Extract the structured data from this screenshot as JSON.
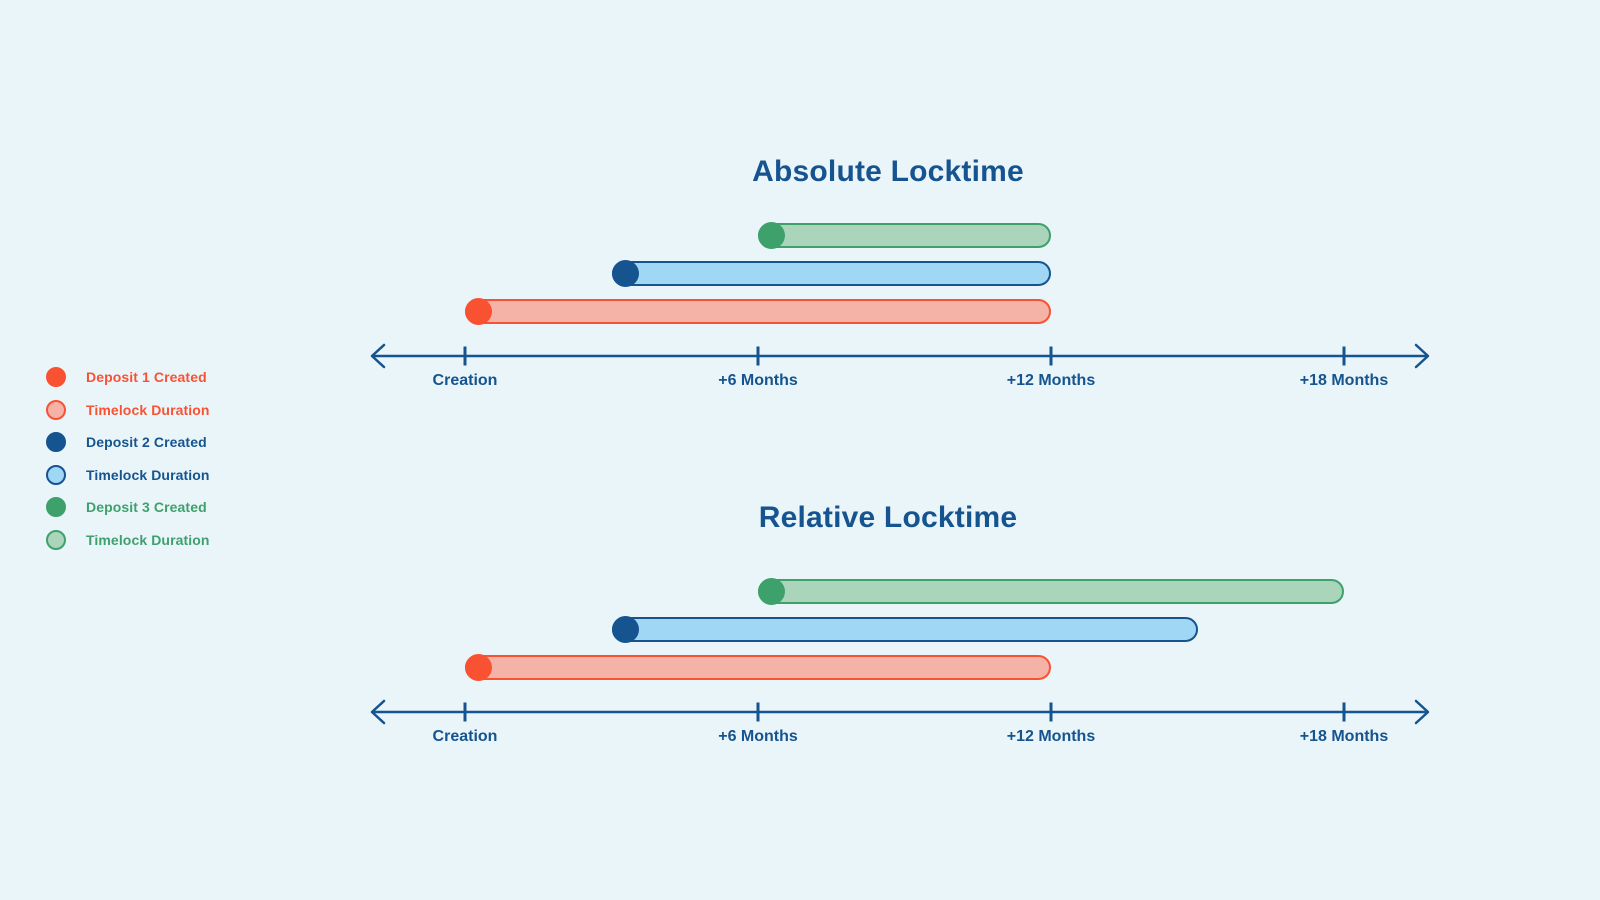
{
  "page": {
    "background": "#EAF5FA",
    "accent_deep_blue": "#16548F"
  },
  "legend": {
    "items": [
      {
        "label": "Deposit 1 Created",
        "series": "deposit-1",
        "dot_style": "solid",
        "color": "#F95233",
        "fill": "#F95233"
      },
      {
        "label": "Timelock Duration",
        "series": "deposit-1",
        "dot_style": "outline",
        "color": "#F95233",
        "fill": "#F5B2A6"
      },
      {
        "label": "Deposit 2 Created",
        "series": "deposit-2",
        "dot_style": "solid",
        "color": "#16548F",
        "fill": "#16548F"
      },
      {
        "label": "Timelock Duration",
        "series": "deposit-2",
        "dot_style": "outline",
        "color": "#16548F",
        "fill": "#A0D7F4"
      },
      {
        "label": "Deposit 3 Created",
        "series": "deposit-3",
        "dot_style": "solid",
        "color": "#3EA16C",
        "fill": "#3EA16C"
      },
      {
        "label": "Timelock Duration",
        "series": "deposit-3",
        "dot_style": "outline",
        "color": "#3EA16C",
        "fill": "#ABD5BB"
      }
    ]
  },
  "chart_data": [
    {
      "type": "timeline-gantt",
      "title": "Absolute Locktime",
      "x_unit": "months",
      "x_ticks": [
        {
          "month": 0,
          "label": "Creation"
        },
        {
          "month": 6,
          "label": "+6 Months"
        },
        {
          "month": 12,
          "label": "+12 Months"
        },
        {
          "month": 18,
          "label": "+18 Months"
        }
      ],
      "axis_arrows": "both-ends",
      "bars": [
        {
          "name": "deposit-1-timelock",
          "start_month": 0,
          "end_month": 12,
          "row": 0,
          "color": "#F95233",
          "fill": "#F5B2A6"
        },
        {
          "name": "deposit-2-timelock",
          "start_month": 3,
          "end_month": 12,
          "row": 1,
          "color": "#16548F",
          "fill": "#A0D7F4"
        },
        {
          "name": "deposit-3-timelock",
          "start_month": 6,
          "end_month": 12,
          "row": 2,
          "color": "#3EA16C",
          "fill": "#ABD5BB"
        }
      ]
    },
    {
      "type": "timeline-gantt",
      "title": "Relative Locktime",
      "x_unit": "months",
      "x_ticks": [
        {
          "month": 0,
          "label": "Creation"
        },
        {
          "month": 6,
          "label": "+6 Months"
        },
        {
          "month": 12,
          "label": "+12 Months"
        },
        {
          "month": 18,
          "label": "+18 Months"
        }
      ],
      "axis_arrows": "both-ends",
      "bars": [
        {
          "name": "deposit-1-timelock",
          "start_month": 0,
          "end_month": 12,
          "row": 0,
          "color": "#F95233",
          "fill": "#F5B2A6"
        },
        {
          "name": "deposit-2-timelock",
          "start_month": 3,
          "end_month": 15,
          "row": 1,
          "color": "#16548F",
          "fill": "#A0D7F4"
        },
        {
          "name": "deposit-3-timelock",
          "start_month": 6,
          "end_month": 18,
          "row": 2,
          "color": "#3EA16C",
          "fill": "#ABD5BB"
        }
      ]
    }
  ]
}
